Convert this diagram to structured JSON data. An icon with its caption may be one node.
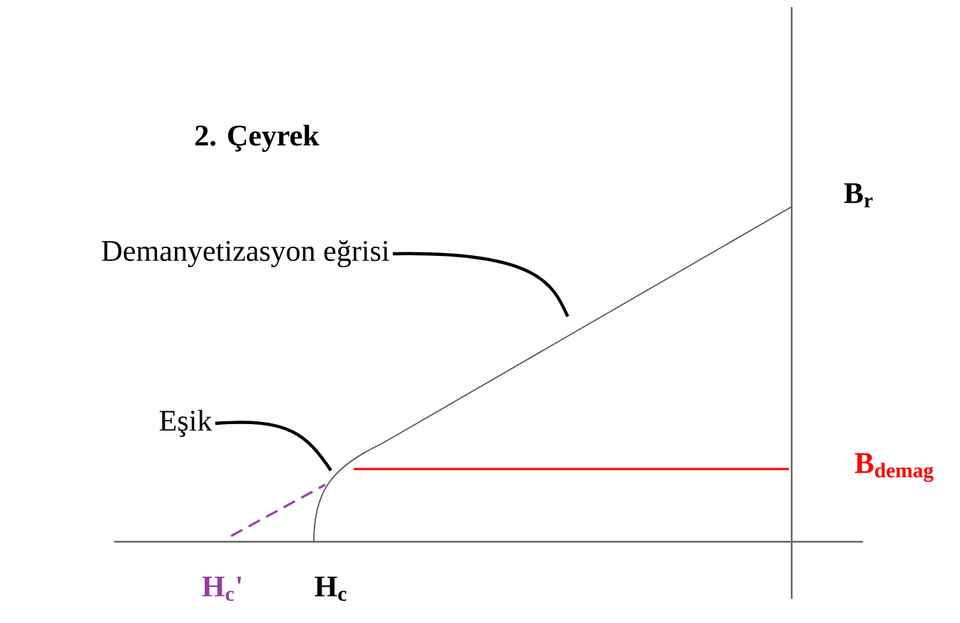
{
  "diagram": {
    "nodes": [
      {
        "text": [
          "Demanyetizasyon eğrisi"
        ]
      },
      {
        "text": [
          "Eşik"
        ]
      }
    ],
    "edges": [
      {
        "from": 0,
        "to": null,
        "arrow": "none"
      },
      {
        "from": 1,
        "to": null,
        "arrow": "none"
      }
    ],
    "labels": [
      "2. Çeyrek",
      "B$_{r}$",
      "B$_{demag}$",
      "H$_{c}$'",
      "H$_{c}$"
    ]
  }
}
